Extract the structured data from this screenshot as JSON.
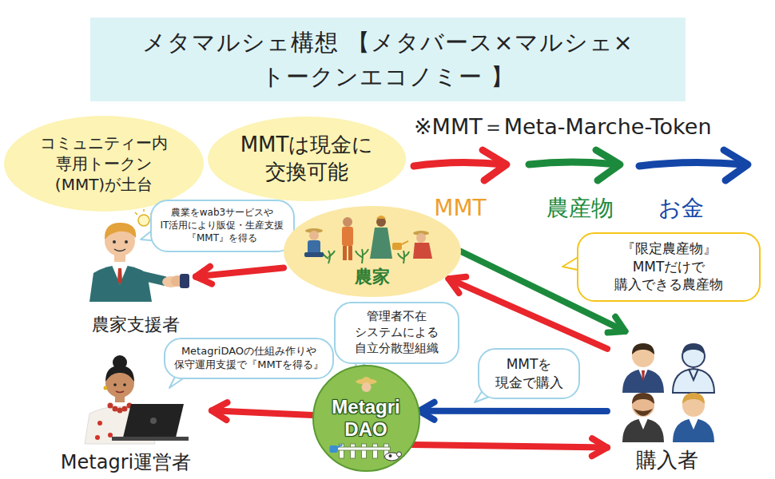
{
  "diagram": {
    "title": "メタマルシェ構想 【メタバース×マルシェ×トークンエコノミー 】",
    "nodes": [
      {
        "text": [
          "コミュニティー内 専用トークン (MMT)が土台"
        ]
      },
      {
        "text": [
          "MMTは現金に 交換可能"
        ]
      },
      {
        "text": [
          "農業をwab3サービスや IT活用により販促・生産支援 『MMT』を得る"
        ]
      },
      {
        "text": [
          "農家支援者"
        ]
      },
      {
        "text": [
          "農家"
        ]
      },
      {
        "text": [
          "『限定農産物』 MMTだけで 購入できる農産物"
        ]
      },
      {
        "text": [
          "管理者不在 システムによる 自立分散型組織"
        ]
      },
      {
        "text": [
          "MetagriDAOの仕組み作りや 保守運用支援で『MMTを得る』"
        ]
      },
      {
        "text": [
          "Metagri DAO"
        ]
      },
      {
        "text": [
          "MMTを 現金で購入"
        ]
      },
      {
        "text": [
          "Metagri運営者"
        ]
      },
      {
        "text": [
          "購入者"
        ]
      }
    ],
    "edges": [
      {
        "from": 4,
        "to": 3,
        "arrow": "to"
      },
      {
        "from": 8,
        "to": 10,
        "arrow": "to"
      },
      {
        "from": 8,
        "to": 11,
        "arrow": "to"
      },
      {
        "from": 11,
        "to": 8,
        "arrow": "to"
      },
      {
        "from": 4,
        "to": 11,
        "arrow": "to"
      },
      {
        "from": 11,
        "to": 4,
        "arrow": "to"
      }
    ],
    "labels": [
      "※MMT＝Meta-Marche-Token"
    ],
    "legend": [
      {
        "text": "MMT"
      },
      {
        "text": "農産物"
      },
      {
        "text": "お金"
      }
    ]
  }
}
